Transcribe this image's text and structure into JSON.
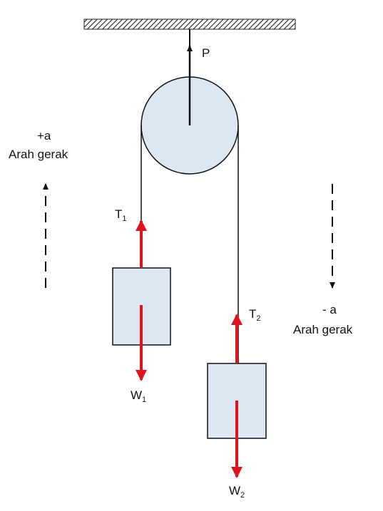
{
  "pulley_force_label": "P",
  "left_motion": {
    "accel": "+a",
    "text": "Arah gerak"
  },
  "right_motion": {
    "accel": "- a",
    "text": "Arah gerak"
  },
  "tension_1": {
    "base": "T",
    "sub": "1"
  },
  "tension_2": {
    "base": "T",
    "sub": "2"
  },
  "weight_1": {
    "base": "W",
    "sub": "1"
  },
  "weight_2": {
    "base": "W",
    "sub": "2"
  },
  "colors": {
    "force_arrow": "#e0141e",
    "body_fill": "#dde7f3",
    "outline": "#111111"
  }
}
